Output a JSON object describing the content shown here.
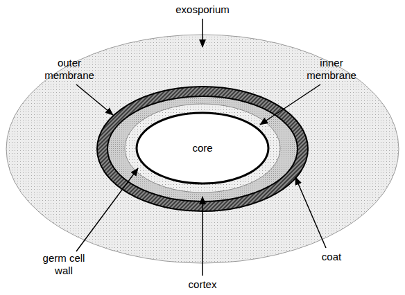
{
  "diagram": {
    "nodes": [
      {
        "text": [
          "core"
        ]
      }
    ],
    "labels": [
      "exosporium",
      "outer membrane",
      "inner membrane",
      "germ cell wall",
      "cortex",
      "coat"
    ]
  }
}
